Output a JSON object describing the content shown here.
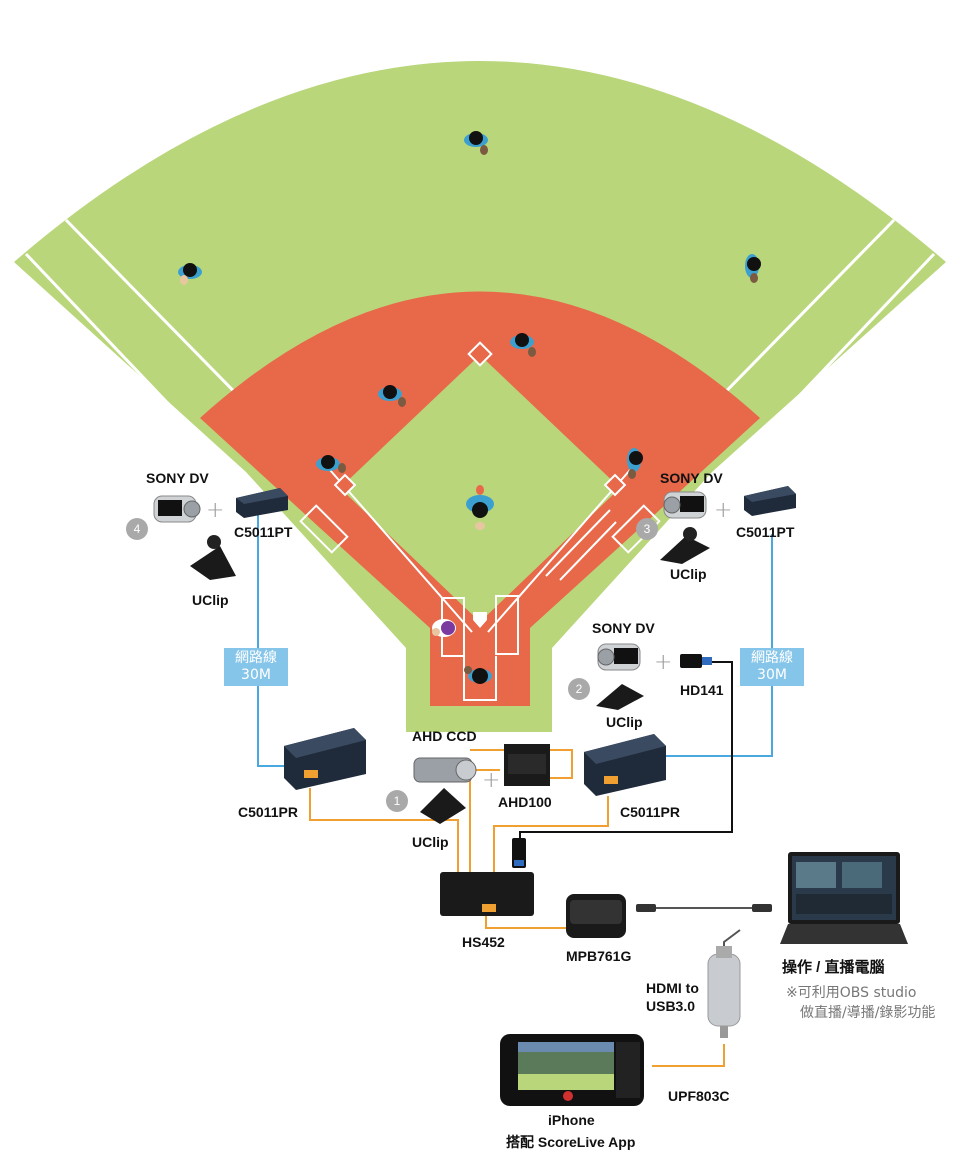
{
  "devices": {
    "sony_dv_left": "SONY DV",
    "sony_dv_right": "SONY DV",
    "sony_dv_mid": "SONY DV",
    "c5011pt_left": "C5011PT",
    "c5011pt_right": "C5011PT",
    "uclip_left": "UClip",
    "uclip_right": "UClip",
    "uclip_mid": "UClip",
    "uclip_bottom": "UClip",
    "hd141": "HD141",
    "ahd_ccd": "AHD CCD",
    "ahd100": "AHD100",
    "c5011pr_left": "C5011PR",
    "c5011pr_right": "C5011PR",
    "hs452": "HS452",
    "mpb761g": "MPB761G",
    "hdmi_to_usb_line1": "HDMI to",
    "hdmi_to_usb_line2": "USB3.0",
    "upf803c": "UPF803C",
    "iphone_line1": "iPhone",
    "iphone_line2": "搭配 ScoreLive App"
  },
  "cables": {
    "left_line1": "網路線",
    "left_line2": "30M",
    "right_line1": "網路線",
    "right_line2": "30M"
  },
  "badges": [
    "1",
    "2",
    "3",
    "4"
  ],
  "computer": {
    "title": "操作 / 直播電腦",
    "note_line1": "※可利用OBS studio",
    "note_line2": "做直播/導播/錄影功能"
  },
  "plus_sign": "+",
  "colors": {
    "outfield": "#b9d67a",
    "infield_dirt": "#e8684a",
    "network_cable": "#4aa8e0",
    "video_cable": "#f0a030",
    "hdmi_cable": "#111111",
    "badge": "#a9a9a9",
    "tag_bg": "#86c5ea"
  }
}
